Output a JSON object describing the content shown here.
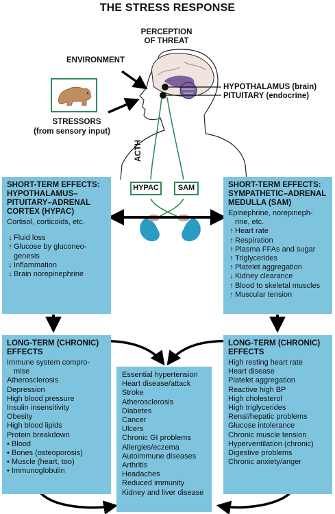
{
  "title": "THE STRESS RESPONSE",
  "labels": {
    "perception": "PERCEPTION\nOF THREAT",
    "environment": "ENVIRONMENT",
    "stressors": "STRESSORS",
    "stressors_sub": "(from sensory input)",
    "hypothalamus": "HYPOTHALAMUS (brain)",
    "pituitary": "PITUITARY (endocrine)",
    "acth": "ACTH",
    "hypac": "HYPAC",
    "sam": "SAM"
  },
  "short_left": {
    "title": "SHORT-TERM EFFECTS: HYPOTHALAMUS– PITUITARY–ADRENAL CORTEX (HYPAC)",
    "subtitle": "Cortisol, corticoids, etc.",
    "items": [
      {
        "dir": "↓",
        "text": "Fluid loss"
      },
      {
        "dir": "↑",
        "text": "Glucose by gluconeo-"
      },
      {
        "dir": "",
        "text": "genesis"
      },
      {
        "dir": "↓",
        "text": "Inflammation"
      },
      {
        "dir": "↓",
        "text": "Brain norepinephrine"
      }
    ]
  },
  "short_right": {
    "title": "SHORT-TERM EFFECTS: SYMPATHETIC–ADRENAL MEDULLA (SAM)",
    "subtitle1": "Epinephrine, norepineph-",
    "subtitle2": "rine, etc.",
    "items": [
      {
        "dir": "↑",
        "text": "Heart rate"
      },
      {
        "dir": "↑",
        "text": "Respiration"
      },
      {
        "dir": "↑",
        "text": "Plasma FFAs and sugar"
      },
      {
        "dir": "↑",
        "text": "Triglycerides"
      },
      {
        "dir": "↑",
        "text": "Platelet aggregation"
      },
      {
        "dir": "↓",
        "text": "Kidney clearance"
      },
      {
        "dir": "↑",
        "text": "Blood to skeletal muscles"
      },
      {
        "dir": "↑",
        "text": "Muscular tension"
      }
    ]
  },
  "long_left": {
    "title": "LONG-TERM (CHRONIC) EFFECTS",
    "items": [
      "Immune system compro-",
      "mise",
      "Atherosclerosis",
      "Depression",
      "High blood pressure",
      "Insulin insensitivity",
      "Obesity",
      "High blood lipids",
      "Protein breakdown"
    ],
    "subitems": [
      "• Blood",
      "• Bones (osteoporosis)",
      "• Muscle (heart, too)",
      "• Immunoglobulin"
    ]
  },
  "long_right": {
    "title": "LONG-TERM (CHRONIC) EFFECTS",
    "items": [
      "High resting heart rate",
      "Heart disease",
      "Platelet aggregation",
      "Reactive high BP",
      "High cholesterol",
      "High triglycerides",
      "Renal/hepatic problems",
      "Glucose intolerance",
      "Chronic muscle tension",
      "Hyperventilation (chronic)",
      "Digestive problems",
      "Chronic anxiety/anger"
    ]
  },
  "center": {
    "items": [
      "Essential hypertension",
      "Heart disease/attack",
      "Stroke",
      "Atherosclerosis",
      "Diabetes",
      "Cancer",
      "Ulcers",
      "Chronic GI problems",
      "Allergies/eczema",
      "Autoimmune diseases",
      "Arthritis",
      "Headaches",
      "Reduced immunity",
      "Kidney and liver disease"
    ]
  },
  "colors": {
    "box": "#7ec4df",
    "kidney": "#2b9bc2",
    "nerve": "#2e8b57",
    "brain_purple": "#6a4c93"
  }
}
